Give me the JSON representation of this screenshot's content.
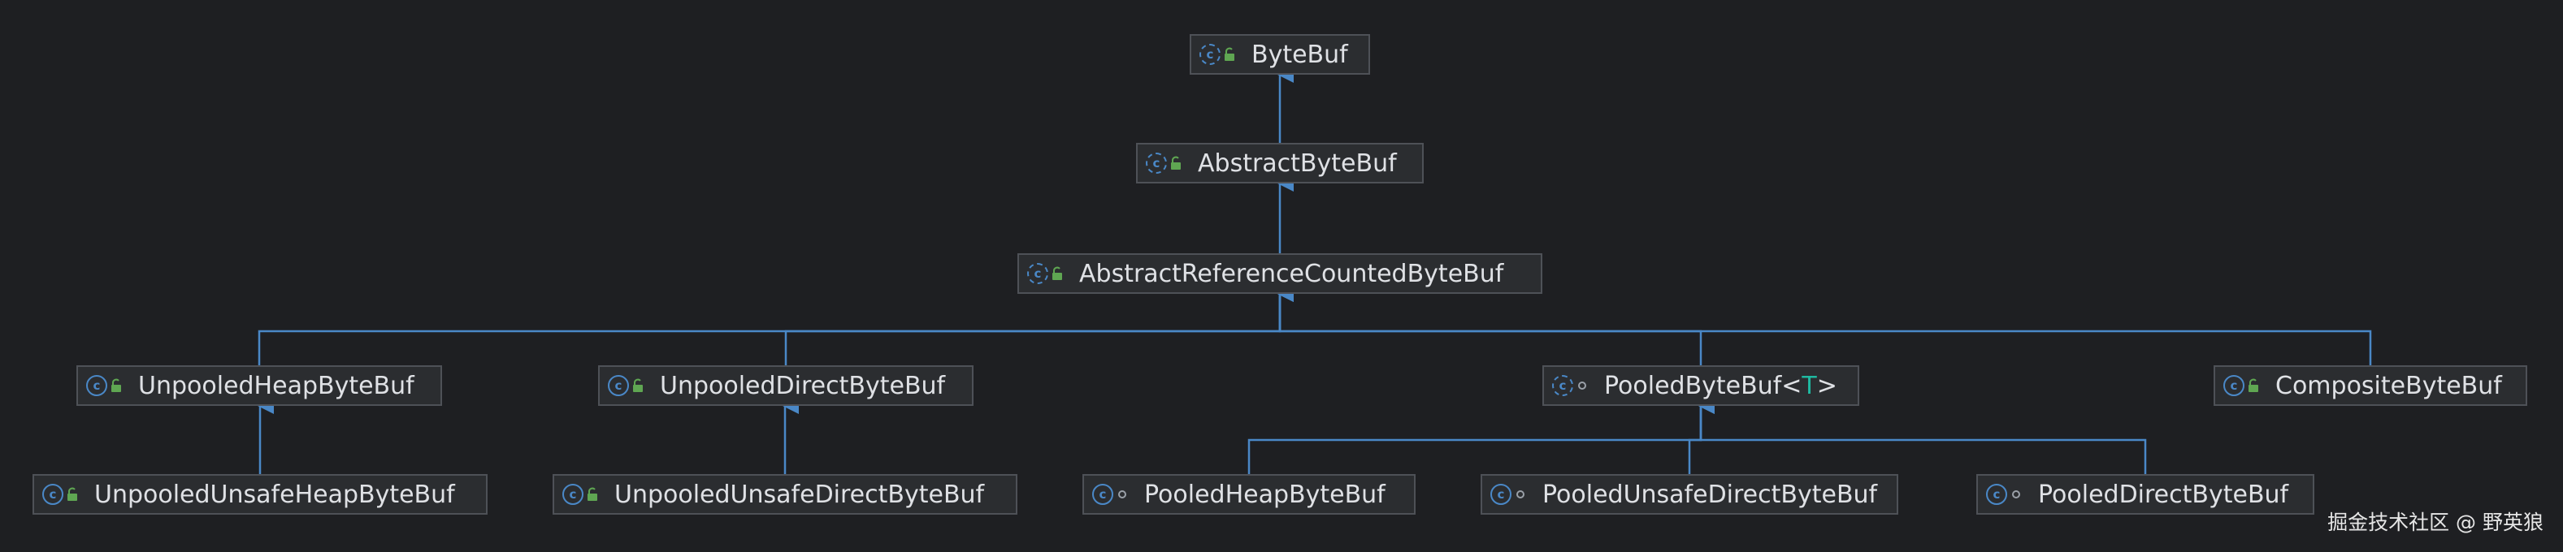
{
  "colors": {
    "background": "#1e1f22",
    "node_fill": "#2b2d30",
    "node_border": "#4e5157",
    "edge": "#4a88c7",
    "class_icon": "#4a88c7",
    "public_lock": "#5fa652",
    "type_param": "#1fb9a1",
    "text": "#dfe1e5"
  },
  "nodes": [
    {
      "id": "ByteBuf",
      "label": "ByteBuf",
      "icon": "abstract-class-icon",
      "modifier": "public-lock-icon"
    },
    {
      "id": "AbstractByteBuf",
      "label": "AbstractByteBuf",
      "icon": "abstract-class-icon",
      "modifier": "public-lock-icon"
    },
    {
      "id": "AbstractReferenceCountedByteBuf",
      "label": "AbstractReferenceCountedByteBuf",
      "icon": "abstract-class-icon",
      "modifier": "public-lock-icon"
    },
    {
      "id": "UnpooledHeapByteBuf",
      "label": "UnpooledHeapByteBuf",
      "icon": "class-icon",
      "modifier": "public-lock-icon"
    },
    {
      "id": "UnpooledDirectByteBuf",
      "label": "UnpooledDirectByteBuf",
      "icon": "class-icon",
      "modifier": "public-lock-icon"
    },
    {
      "id": "PooledByteBuf",
      "label": "PooledByteBuf",
      "type_param": "T",
      "icon": "abstract-class-icon",
      "modifier": "package-private-icon"
    },
    {
      "id": "CompositeByteBuf",
      "label": "CompositeByteBuf",
      "icon": "class-icon",
      "modifier": "public-lock-icon"
    },
    {
      "id": "UnpooledUnsafeHeapByteBuf",
      "label": "UnpooledUnsafeHeapByteBuf",
      "icon": "class-icon",
      "modifier": "public-lock-icon"
    },
    {
      "id": "UnpooledUnsafeDirectByteBuf",
      "label": "UnpooledUnsafeDirectByteBuf",
      "icon": "class-icon",
      "modifier": "public-lock-icon"
    },
    {
      "id": "PooledHeapByteBuf",
      "label": "PooledHeapByteBuf",
      "icon": "class-icon",
      "modifier": "package-private-icon"
    },
    {
      "id": "PooledUnsafeDirectByteBuf",
      "label": "PooledUnsafeDirectByteBuf",
      "icon": "class-icon",
      "modifier": "package-private-icon"
    },
    {
      "id": "PooledDirectByteBuf",
      "label": "PooledDirectByteBuf",
      "icon": "class-icon",
      "modifier": "package-private-icon"
    }
  ],
  "edges": [
    {
      "from": "AbstractByteBuf",
      "to": "ByteBuf",
      "type": "extends"
    },
    {
      "from": "AbstractReferenceCountedByteBuf",
      "to": "AbstractByteBuf",
      "type": "extends"
    },
    {
      "from": "UnpooledHeapByteBuf",
      "to": "AbstractReferenceCountedByteBuf",
      "type": "extends"
    },
    {
      "from": "UnpooledDirectByteBuf",
      "to": "AbstractReferenceCountedByteBuf",
      "type": "extends"
    },
    {
      "from": "PooledByteBuf",
      "to": "AbstractReferenceCountedByteBuf",
      "type": "extends"
    },
    {
      "from": "CompositeByteBuf",
      "to": "AbstractReferenceCountedByteBuf",
      "type": "extends"
    },
    {
      "from": "UnpooledUnsafeHeapByteBuf",
      "to": "UnpooledHeapByteBuf",
      "type": "extends"
    },
    {
      "from": "UnpooledUnsafeDirectByteBuf",
      "to": "UnpooledDirectByteBuf",
      "type": "extends"
    },
    {
      "from": "PooledHeapByteBuf",
      "to": "PooledByteBuf",
      "type": "extends"
    },
    {
      "from": "PooledUnsafeDirectByteBuf",
      "to": "PooledByteBuf",
      "type": "extends"
    },
    {
      "from": "PooledDirectByteBuf",
      "to": "PooledByteBuf",
      "type": "extends"
    }
  ],
  "watermark": "掘金技术社区 @ 野英狼"
}
